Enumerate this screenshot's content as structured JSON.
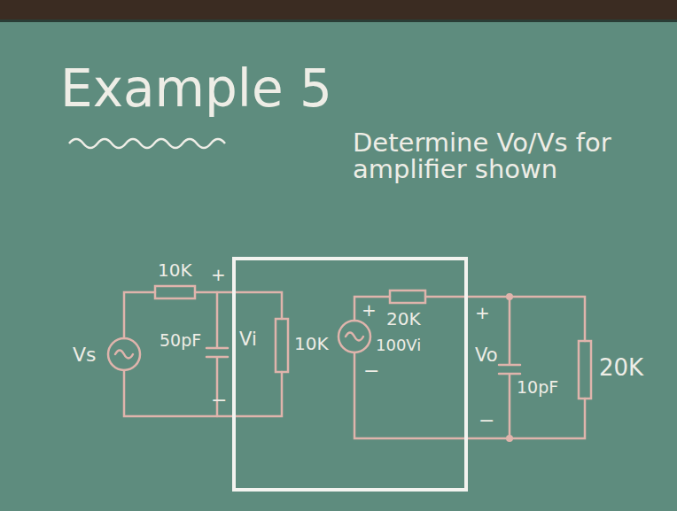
{
  "diagram": {
    "title": "Example 5",
    "nodes": [
      {
        "text": [
          "Vi",
          "10K",
          "+",
          "20K",
          "100Vi",
          "−"
        ]
      }
    ],
    "labels": [
      "Determine Vo/Vs for amplifier shown",
      "10K",
      "+",
      "Vs",
      "50pF",
      "−",
      "+",
      "Vo",
      "10pF",
      "−",
      "20K"
    ]
  }
}
